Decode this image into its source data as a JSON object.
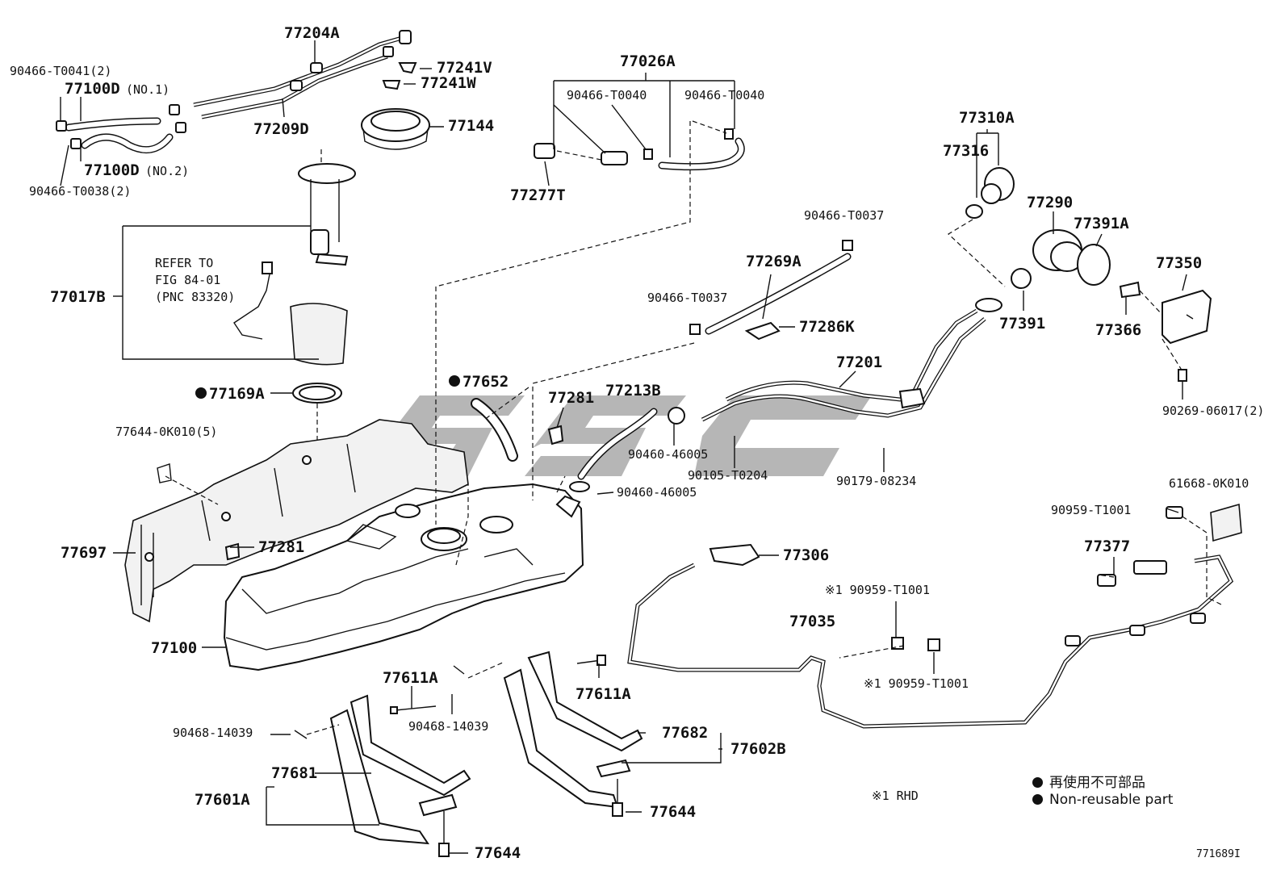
{
  "labels": {
    "p77204A": "77204A",
    "p90466T0041": "90466-T0041(2)",
    "p77100D1": "77100D",
    "p77100D1_note": "(NO.1)",
    "p77241V": "77241V",
    "p77241W": "77241W",
    "p77209D": "77209D",
    "p77144": "77144",
    "p77100D2": "77100D",
    "p77100D2_note": "(NO.2)",
    "p90466T0038": "90466-T0038(2)",
    "p77026A": "77026A",
    "p90466T0040a": "90466-T0040",
    "p90466T0040b": "90466-T0040",
    "p77277T": "77277T",
    "p77310A": "77310A",
    "p77316": "77316",
    "p77290": "77290",
    "p77391A": "77391A",
    "p77350": "77350",
    "p77391": "77391",
    "p77366": "77366",
    "p90269": "90269-06017(2)",
    "p90466T0037a": "90466-T0037",
    "p77269A": "77269A",
    "p90466T0037b": "90466-T0037",
    "p77286K": "77286K",
    "p77017B": "77017B",
    "refer1": "REFER TO",
    "refer2": "FIG 84-01",
    "refer3": "(PNC 83320)",
    "p77169A": "77169A",
    "p77652": "77652",
    "p77281a": "77281",
    "p77213B": "77213B",
    "p77201": "77201",
    "p90460a": "90460-46005",
    "p90105": "90105-T0204",
    "p90179": "90179-08234",
    "p90460b": "90460-46005",
    "p77644_0K010": "77644-0K010(5)",
    "p77697": "77697",
    "p77281b": "77281",
    "p77100": "77100",
    "p77306": "77306",
    "p90959a": "※1 90959-T1001",
    "p77035": "77035",
    "p90959b": "※1 90959-T1001",
    "p61668": "61668-0K010",
    "p90959c": "90959-T1001",
    "p77377": "77377",
    "p77611Aa": "77611A",
    "p77611Ab": "77611A",
    "p90468a": "90468-14039",
    "p90468b": "90468-14039",
    "p77682": "77682",
    "p77602B": "77602B",
    "p77681": "77681",
    "p77601A": "77601A",
    "p77644a": "77644",
    "p77644b": "77644",
    "rhd": "※1 RHD",
    "fig_id": "771689I"
  },
  "legend": {
    "line1": "再使用不可部品",
    "line2": "Non-reusable part"
  },
  "watermark": "SSC",
  "colors": {
    "ink": "#111111",
    "watermark": "#9a9a9a"
  }
}
